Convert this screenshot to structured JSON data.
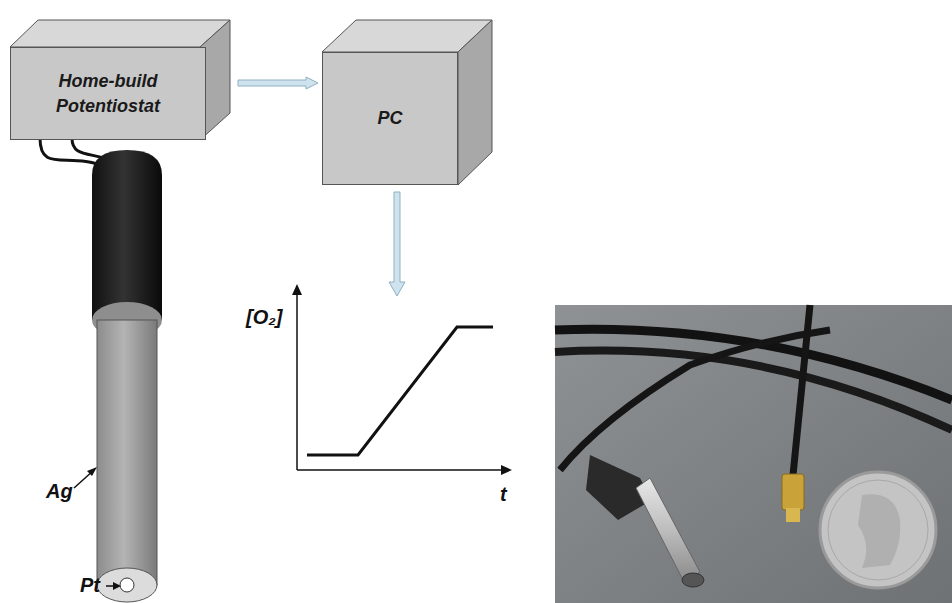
{
  "diagram": {
    "nodes": [
      {
        "text": [
          "Home-build Potentiostat"
        ]
      },
      {
        "text": [
          "PC"
        ]
      }
    ],
    "edges": [
      {
        "from": 0,
        "to": 1,
        "arrow": "to"
      }
    ],
    "labels": [
      "Ag",
      "Pt",
      "[O₂]",
      "t"
    ]
  }
}
